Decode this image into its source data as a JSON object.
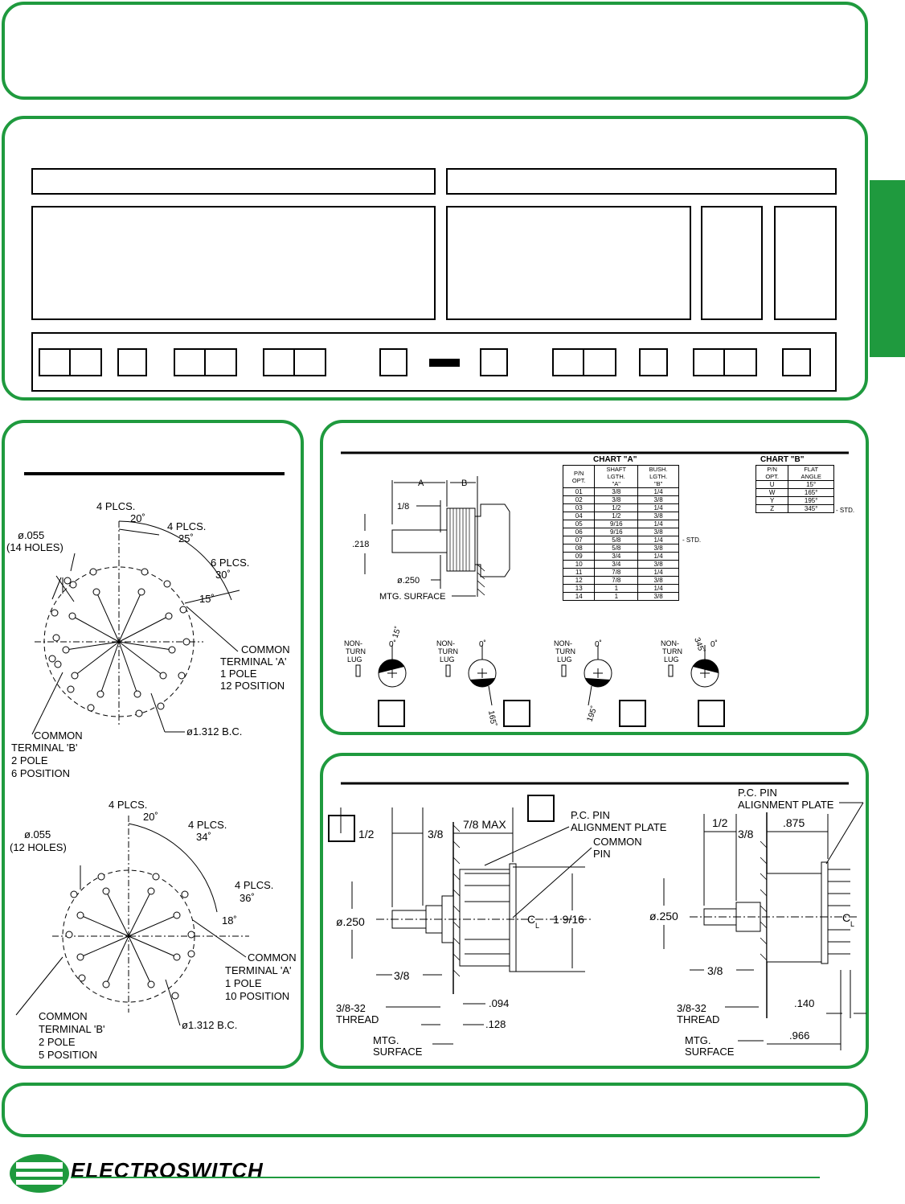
{
  "brand": {
    "name": "ELECTROSWITCH",
    "color": "#1f9a3e"
  },
  "pattern_top": {
    "holes_label": "ø.055",
    "holes_count": "(14 HOLES)",
    "angle1_plcs": "4 PLCS.",
    "angle1_val": "20˚",
    "angle2_plcs": "4 PLCS.",
    "angle2_val": "25˚",
    "angle3_plcs": "6 PLCS.",
    "angle3_val": "30˚",
    "angle4_val": "15˚",
    "common_a": [
      "COMMON",
      "TERMINAL 'A'",
      "1 POLE",
      "12 POSITION"
    ],
    "common_b": [
      "COMMON",
      "TERMINAL 'B'",
      "2 POLE",
      "6 POSITION"
    ],
    "bc": "ø1.312  B.C."
  },
  "pattern_bottom": {
    "holes_label": "ø.055",
    "holes_count": "(12 HOLES)",
    "angle1_plcs": "4 PLCS.",
    "angle1_val": "20˚",
    "angle2_plcs": "4 PLCS.",
    "angle2_val": "34˚",
    "angle3_plcs": "4 PLCS.",
    "angle3_val": "36˚",
    "angle4_val": "18˚",
    "common_a": [
      "COMMON",
      "TERMINAL 'A'",
      "1 POLE",
      "10 POSITION"
    ],
    "common_b": [
      "COMMON",
      "TERMINAL 'B'",
      "2 POLE",
      "5 POSITION"
    ],
    "bc": "ø1.312  B.C."
  },
  "shaft": {
    "dim_a": "A",
    "dim_b": "B",
    "dim_eighth": "1/8",
    "dim_218": ".218",
    "dim_250": "ø.250",
    "mtg_surface": "MTG. SURFACE",
    "non_turn_lug": [
      "NON-",
      "TURN",
      "LUG"
    ],
    "zero": "0˚",
    "angle_15": "15˚",
    "angle_165": "165˚",
    "angle_195": "195˚",
    "angle_345": "345˚"
  },
  "chart_a": {
    "title": "CHART \"A\"",
    "headers": [
      [
        "P/N",
        "OPT."
      ],
      [
        "SHAFT",
        "LGTH.",
        "\"A\""
      ],
      [
        "BUSH.",
        "LGTH.",
        "\"B\""
      ]
    ],
    "rows": [
      [
        "01",
        "3/8",
        "1/4"
      ],
      [
        "02",
        "3/8",
        "3/8"
      ],
      [
        "03",
        "1/2",
        "1/4"
      ],
      [
        "04",
        "1/2",
        "3/8"
      ],
      [
        "05",
        "9/16",
        "1/4"
      ],
      [
        "06",
        "9/16",
        "3/8"
      ],
      [
        "07",
        "5/8",
        "1/4"
      ],
      [
        "08",
        "5/8",
        "3/8"
      ],
      [
        "09",
        "3/4",
        "1/4"
      ],
      [
        "10",
        "3/4",
        "3/8"
      ],
      [
        "11",
        "7/8",
        "1/4"
      ],
      [
        "12",
        "7/8",
        "3/8"
      ],
      [
        "13",
        "1",
        "1/4"
      ],
      [
        "14",
        "1",
        "3/8"
      ]
    ],
    "std": "- STD."
  },
  "chart_b": {
    "title": "CHART \"B\"",
    "headers": [
      [
        "P/N",
        "OPT."
      ],
      [
        "FLAT",
        "ANGLE"
      ]
    ],
    "rows": [
      [
        "U",
        "15°"
      ],
      [
        "W",
        "165°"
      ],
      [
        "Y",
        "195°"
      ],
      [
        "Z",
        "345°"
      ]
    ],
    "std": "- STD."
  },
  "mounting": {
    "half": "1/2",
    "three_eighths": "3/8",
    "seven_eighths_max": "7/8  MAX",
    "pc_pin": "P.C.  PIN",
    "alignment_plate": "ALIGNMENT  PLATE",
    "common": "COMMON",
    "pin": "PIN",
    "shaft_dia": "ø.250",
    "cl": "C",
    "cl_sub": "L",
    "height": "1  9/16",
    "bottom_38": "3/8",
    "thread": [
      "3/8-32",
      "THREAD"
    ],
    "mtg": [
      "MTG.",
      "SURFACE"
    ],
    "dim_094": ".094",
    "dim_128": ".128",
    "r_half": "1/2",
    "r_three_eighths": "3/8",
    "r_875": ".875",
    "r_pc_pin": "P.C.  PIN",
    "r_alignment_plate": "ALIGNMENT  PLATE",
    "r_shaft_dia": "ø.250",
    "r_bottom_38": "3/8",
    "r_thread": [
      "3/8-32",
      "THREAD"
    ],
    "r_mtg": [
      "MTG.",
      "SURFACE"
    ],
    "r_140": ".140",
    "r_966": ".966"
  }
}
